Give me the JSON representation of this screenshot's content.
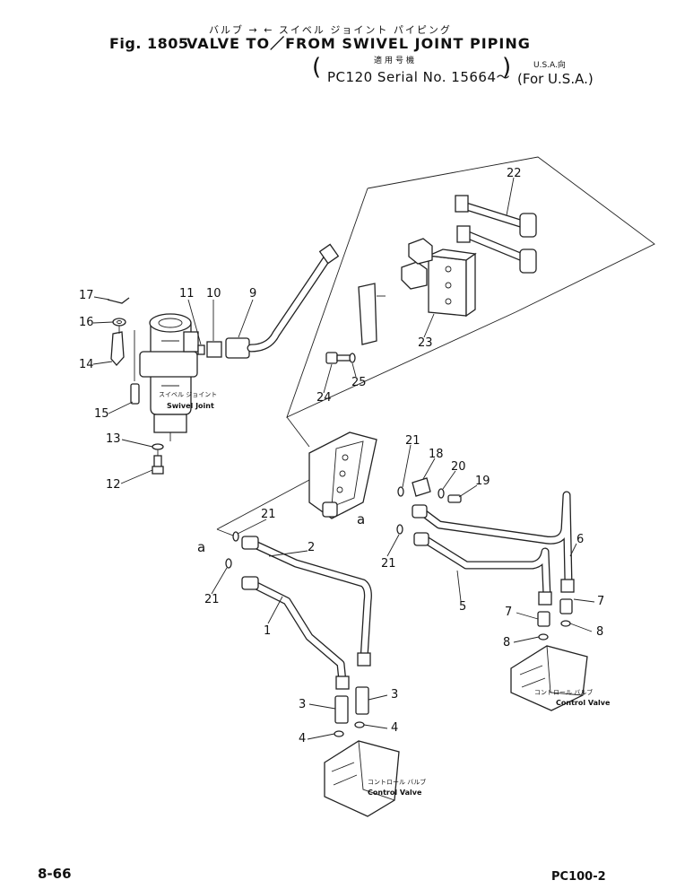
{
  "header": {
    "title_jp": "バルブ → ← スイベル ジョイント パイピング",
    "fig_no": "Fig. 1805",
    "title": "VALVE TO／FROM SWIVEL JOINT PIPING",
    "applicable_jp": "適用号機",
    "serial": "PC120 Serial No. 15664～",
    "region_jp": "U.S.A.向",
    "region": "(For U.S.A.)"
  },
  "parts": {
    "swivel_jp": "スイベル ジョイント",
    "swivel_en": "Swivel Joint",
    "control_valve_jp": "コントロール バルブ",
    "control_valve_en": "Control Valve"
  },
  "callouts": {
    "p1": "1",
    "p2": "2",
    "p3a": "3",
    "p3b": "3",
    "p4a": "4",
    "p4b": "4",
    "p5": "5",
    "p6": "6",
    "p7a": "7",
    "p7b": "7",
    "p8a": "8",
    "p8b": "8",
    "p9": "9",
    "p10": "10",
    "p11": "11",
    "p12": "12",
    "p13": "13",
    "p14": "14",
    "p15": "15",
    "p16": "16",
    "p17": "17",
    "p18": "18",
    "p19": "19",
    "p20": "20",
    "p21a": "21",
    "p21b": "21",
    "p21c": "21",
    "p21d": "21",
    "p22": "22",
    "p23": "23",
    "p24": "24",
    "p25": "25",
    "a1": "a",
    "a2": "a"
  },
  "footer": {
    "page": "8-66",
    "model": "PC100-2"
  }
}
